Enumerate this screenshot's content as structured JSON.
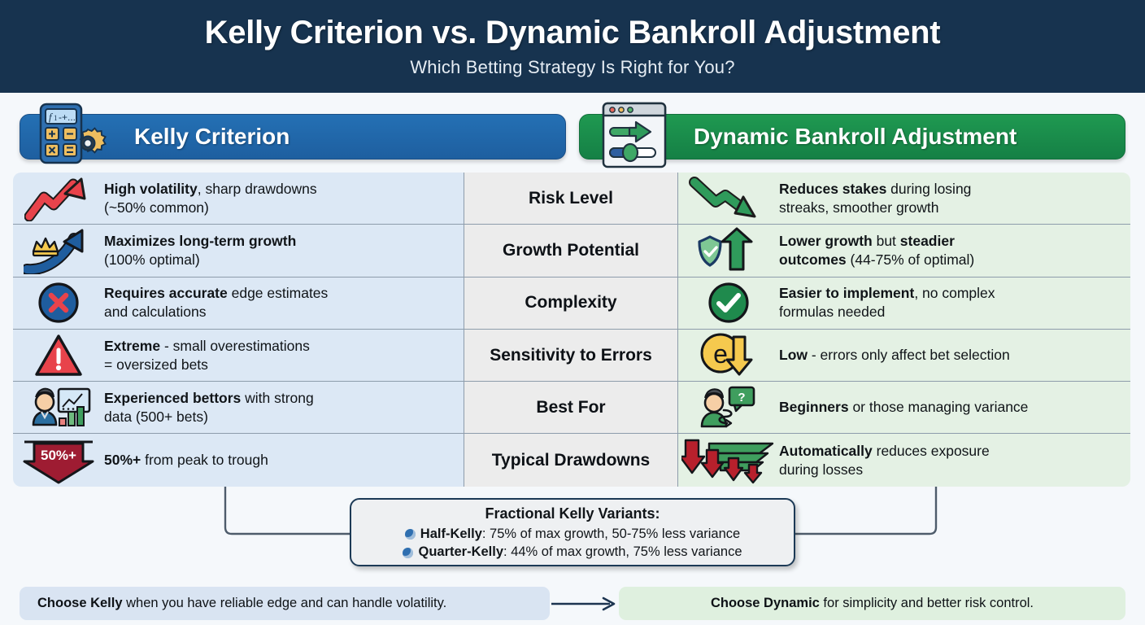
{
  "header": {
    "title": "Kelly Criterion vs. Dynamic Bankroll Adjustment",
    "subtitle": "Which Betting Strategy Is Right for You?"
  },
  "columns": {
    "left": {
      "label": "Kelly Criterion",
      "icon": "calculator-gear-icon",
      "color": "#1e5fa0"
    },
    "right": {
      "label": "Dynamic Bankroll Adjustment",
      "icon": "slider-window-icon",
      "color": "#158045"
    }
  },
  "rows": [
    {
      "criterion": "Risk Level",
      "left": {
        "icon": "red-volatile-up-arrow-icon",
        "bold": "High volatility",
        "rest": ", sharp drawdowns",
        "line2": "(~50% common)"
      },
      "right": {
        "icon": "green-down-arrow-icon",
        "bold": "Reduces stakes",
        "rest": " during losing",
        "line2": "streaks, smoother growth"
      }
    },
    {
      "criterion": "Growth Potential",
      "left": {
        "icon": "crown-growth-arrow-icon",
        "bold": "Maximizes long-term growth",
        "rest": "",
        "line2": "(100% optimal)"
      },
      "right": {
        "icon": "shield-up-arrow-icon",
        "bold": "Lower growth",
        "rest": " but ",
        "bold2": "steadier",
        "line2bold": "outcomes",
        "line2": " (44-75% of optimal)"
      }
    },
    {
      "criterion": "Complexity",
      "left": {
        "icon": "blue-circle-x-icon",
        "bold": "Requires accurate",
        "rest": " edge estimates",
        "line2": "and calculations"
      },
      "right": {
        "icon": "green-check-circle-icon",
        "bold": "Easier to implement",
        "rest": ", no complex",
        "line2": "formulas needed"
      }
    },
    {
      "criterion": "Sensitivity to Errors",
      "left": {
        "icon": "red-warning-triangle-icon",
        "bold": "Extreme",
        "rest": " - small overestimations",
        "line2": "= oversized bets"
      },
      "right": {
        "icon": "yellow-e-down-arrow-icon",
        "bold": "Low",
        "rest": " - errors only affect bet selection",
        "line2": ""
      }
    },
    {
      "criterion": "Best For",
      "left": {
        "icon": "analyst-chart-person-icon",
        "bold": "Experienced bettors",
        "rest": " with strong",
        "line2": "data (500+ bets)"
      },
      "right": {
        "icon": "beginner-question-person-icon",
        "bold": "Beginners",
        "rest": " or those managing variance",
        "line2": ""
      }
    },
    {
      "criterion": "Typical Drawdowns",
      "left": {
        "icon": "fifty-percent-down-arrow-icon",
        "bold": "50%+",
        "rest": " from peak to trough",
        "line2": ""
      },
      "right": {
        "icon": "descending-red-arrows-icon",
        "bold": "Automatically",
        "rest": " reduces exposure",
        "line2": "during losses"
      }
    }
  ],
  "variants": {
    "title": "Fractional Kelly Variants:",
    "items": [
      {
        "bullet": "pie-half-icon",
        "name": "Half-Kelly",
        "detail": ": 75% of max growth, 50-75% less variance"
      },
      {
        "bullet": "pie-quarter-icon",
        "name": "Quarter-Kelly",
        "detail": ": 44% of max growth, 75% less variance"
      }
    ]
  },
  "footer": {
    "left_bold": "Choose Kelly",
    "left_rest": " when you have reliable edge and can handle volatility.",
    "right_bold": "Choose Dynamic",
    "right_rest": " for simplicity and better risk control.",
    "arrow": "right-arrow-icon"
  }
}
